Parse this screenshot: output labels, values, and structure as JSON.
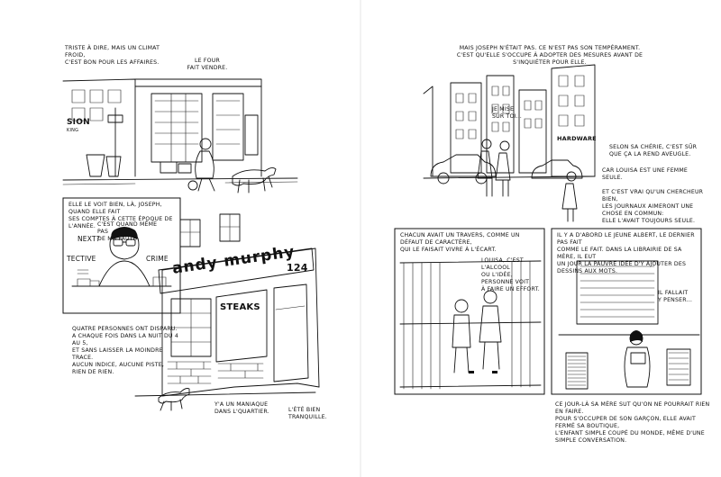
{
  "left_page": {
    "panel1": {
      "caption_top": "Triste à dire, mais un climat froid,\nc'est bon pour les affaires.",
      "caption_door": "Le four\nfait vendre.",
      "street_sign": "SION",
      "street_sign_small": "KING"
    },
    "panel2": {
      "caption_top": "Elle le voit bien, là, Joseph, quand elle fait\nses comptes à cette époque de l'année.",
      "thought_caption": "C'est quand même pas\nde ma faute",
      "word_next": "NEXT?",
      "word_tective": "TECTIVE",
      "word_crime": "CRIME"
    },
    "panel3": {
      "sign_main": "andy murphy",
      "sign_number": "124",
      "window_sign": "STEAKS",
      "caption_left": "Quatre personnes ont disparu.\nA chaque fois dans la nuit du 4 au 5,\net sans laisser la moindre trace.\nAucun indice, aucune piste,\nrien de rien.",
      "caption_dog": "Y'a un maniaque\ndans l'quartier.",
      "caption_right": "L'été bien\ntranquille."
    }
  },
  "right_page": {
    "panel1": {
      "caption_top": "Mais Joseph n'était pas. Ce n'est pas son tempérament.\nC'est qu'elle s'occupe à adopter des mesures avant de s'inquiéter pour elle.",
      "bubble": "Je mise\nsur toi…",
      "sign_shop": "HARDWARE",
      "caption_right1": "Selon sa chérie, c'est sûr\nque ça la rend aveugle.",
      "caption_right2": "Car Louisa est une femme seule.",
      "caption_right3": "Et c'est vrai qu'un chercheur bien,\nles journaux aimeront une chose en commun:\nelle l'avait toujours seule."
    },
    "panel2": {
      "caption_top": "Chacun avait un travers, comme un défaut de caractère,\nqui le faisait vivre à l'écart.",
      "bubble": "Louisa, c'est l'alcool\nou l'idée, personne voit\nà faire un effort."
    },
    "panel3": {
      "caption_top": "Il y a d'abord le jeune Albert, le dernier pas fait\ncomme le fait. Dans la librairie de sa mère, il eut\nun jour la pauvre idée d'y ajouter des dessins aux mots.",
      "bubble": "Il fallait\ny penser…",
      "caption_bottom": "Ce jour-là sa mère sut qu'on ne pourrait rien en faire.\nPour s'occuper de son garçon, elle avait fermé sa boutique,\nl'enfant simple coupé du monde, même d'une simple conversation."
    }
  }
}
